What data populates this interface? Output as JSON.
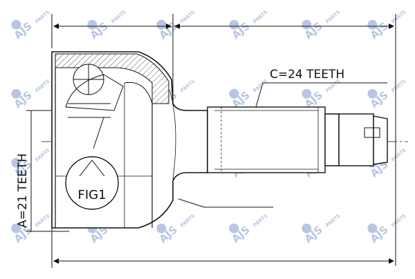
{
  "labels": {
    "c_teeth": "C=24 TEETH",
    "a_teeth": "A=21 TEETH",
    "fig": "FIG1"
  },
  "watermark": {
    "text": "AJS",
    "subtext": "PARTS",
    "color": "#9fb3d9"
  },
  "colors": {
    "line": "#111111",
    "hatch": "#555555"
  }
}
